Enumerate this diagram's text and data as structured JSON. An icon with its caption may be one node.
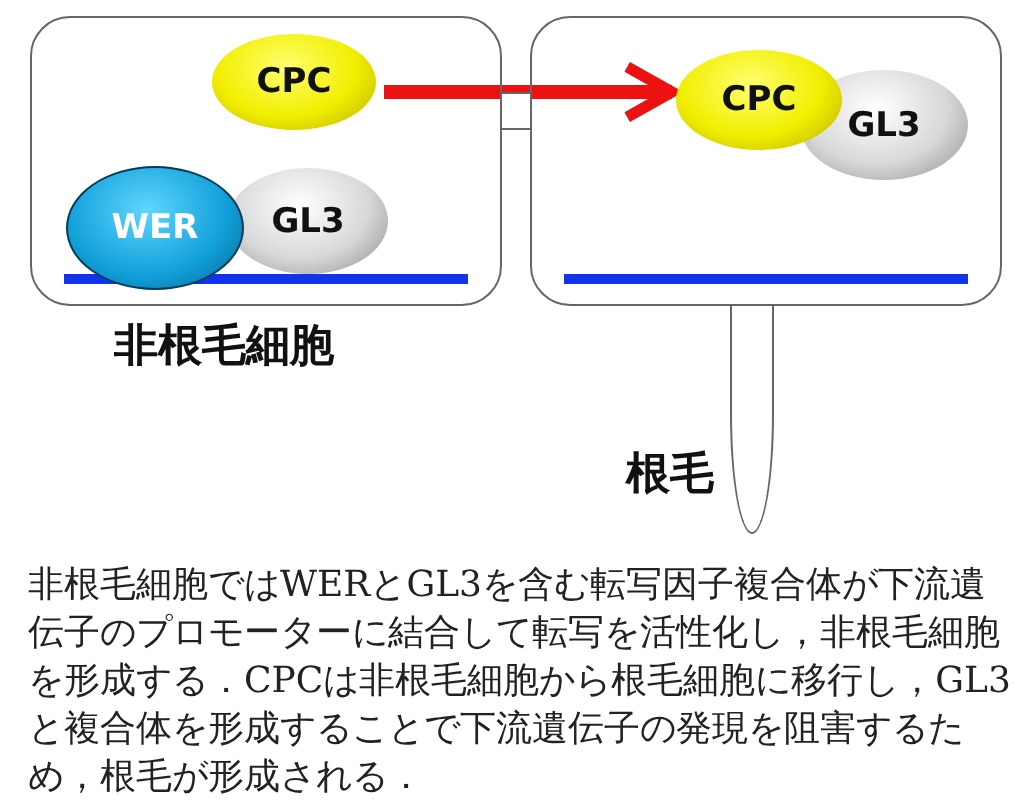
{
  "diagram": {
    "caption": "非根毛細胞ではWERとGL3を含む転写因子複合体が下流遺伝子のプロモーターに結合して転写を活性化し，非根毛細胞を形成する．CPCは非根毛細胞から根毛細胞に移行し，GL3と複合体を形成することで下流遺伝子の発現を阻害するため，根毛が形成される．",
    "nodes": [
      {
        "text": [
          "非根毛細胞"
        ]
      },
      {
        "text": [
          "CPC"
        ],
        "in": 0
      },
      {
        "text": [
          "WER"
        ],
        "in": 0
      },
      {
        "text": [
          "GL3"
        ],
        "in": 0
      },
      {
        "text": [],
        "shape": "box"
      },
      {
        "text": [
          "CPC"
        ],
        "in": 4
      },
      {
        "text": [
          "GL3"
        ],
        "in": 4
      },
      {
        "text": [
          "根毛"
        ]
      }
    ],
    "edges": [
      {
        "from": 1,
        "to": 5,
        "arrow": "to",
        "color": "#ee1111"
      }
    ]
  }
}
